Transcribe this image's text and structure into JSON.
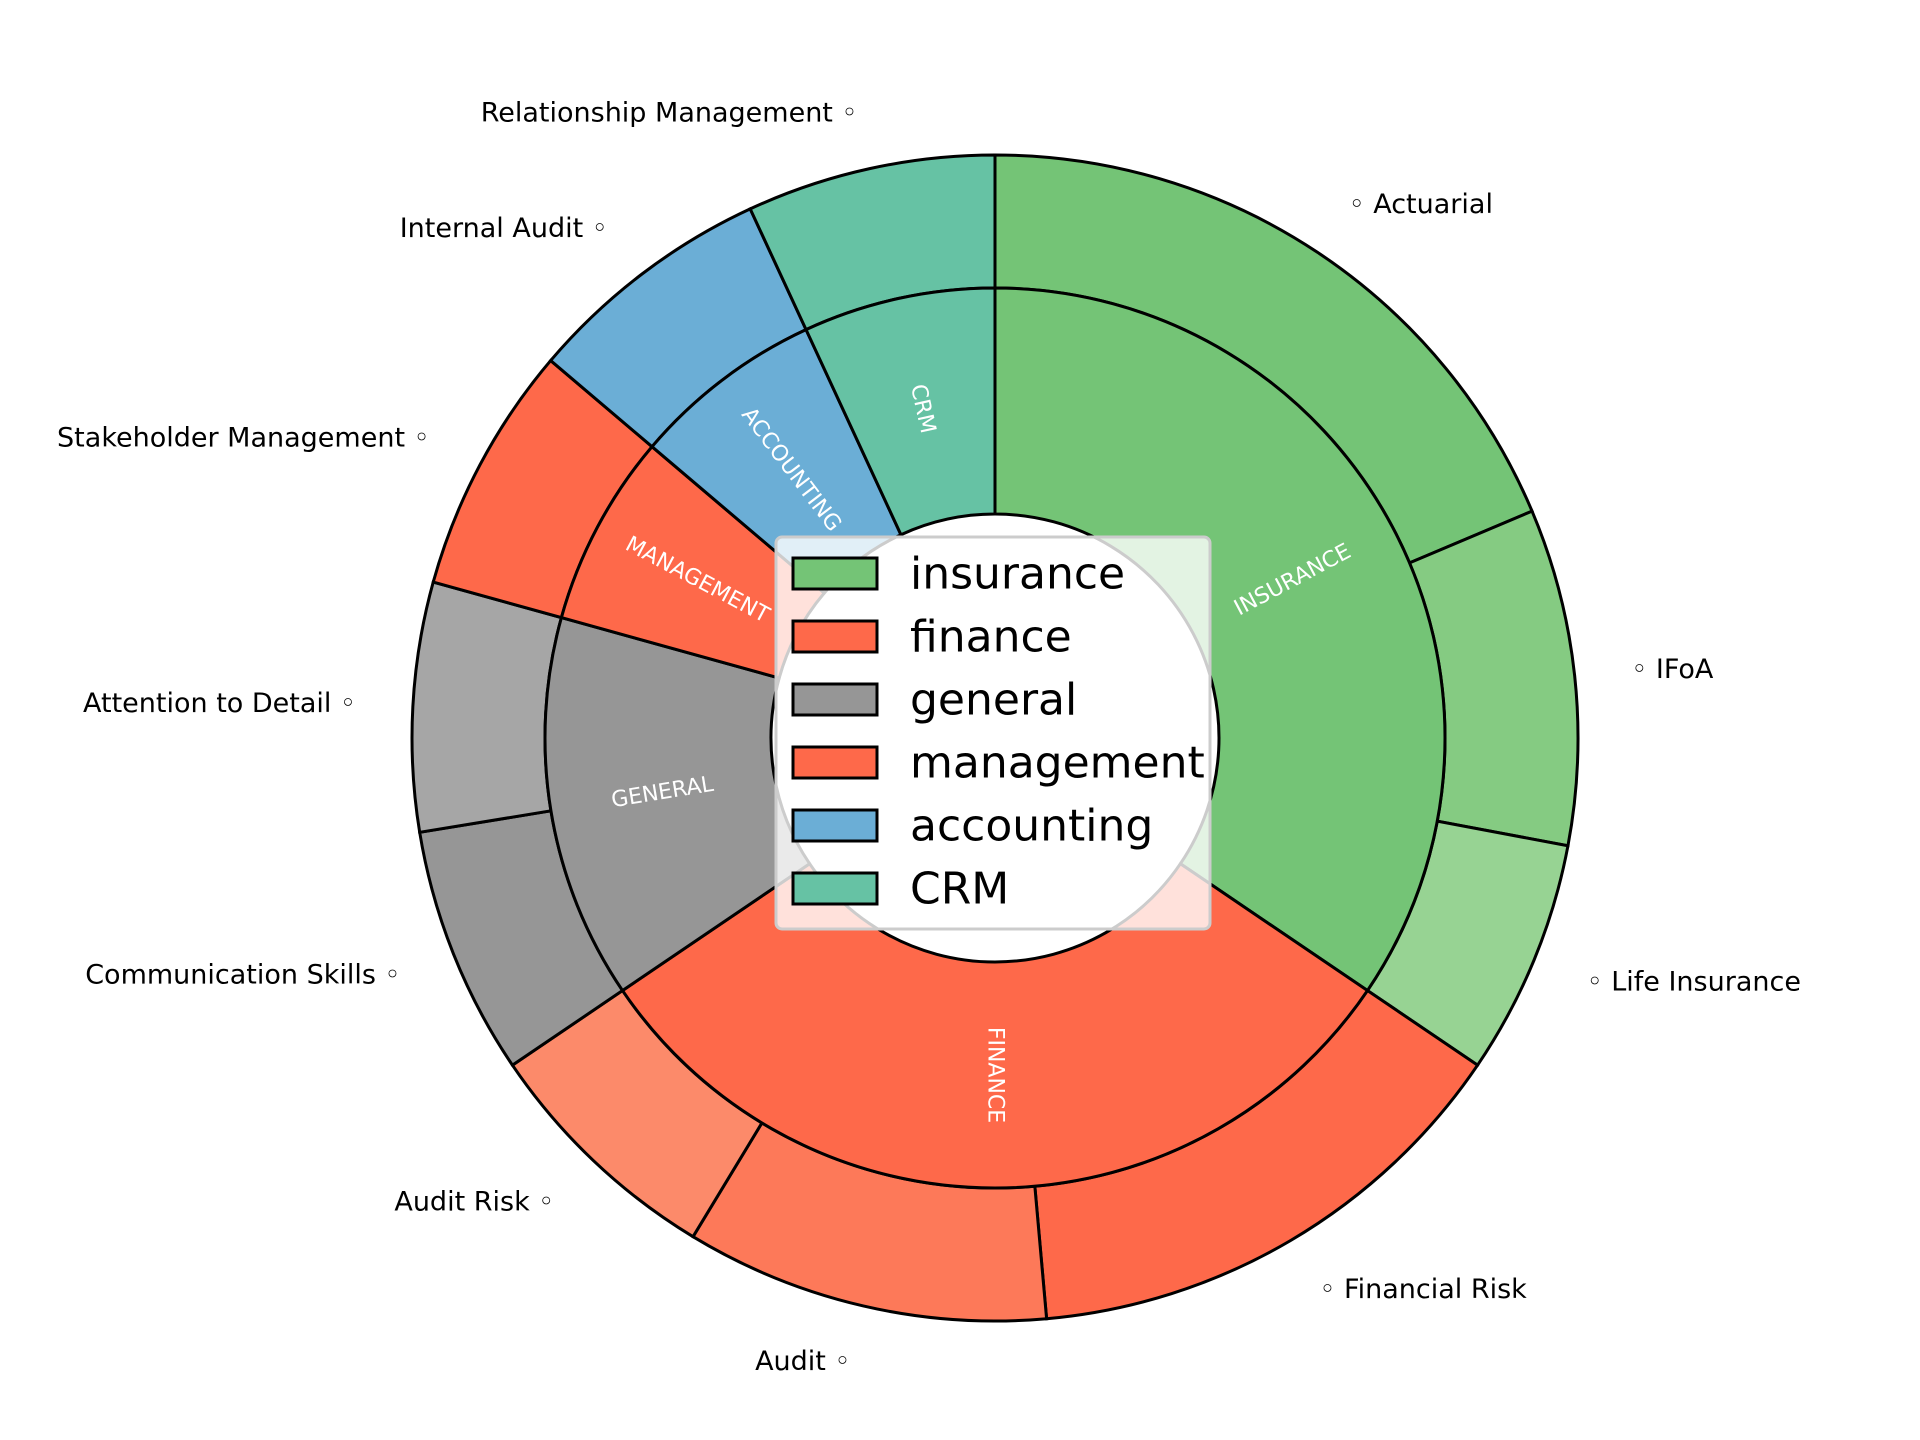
{
  "chart_data": {
    "type": "pie",
    "subtype": "nested-donut",
    "title": "",
    "categories": [
      {
        "name": "insurance",
        "label": "INSURANCE",
        "color": "#74c476",
        "value": 5,
        "children": [
          {
            "name": "Actuarial",
            "value": 2,
            "color": "#74c476"
          },
          {
            "name": "IFoA",
            "value": 1,
            "color": "#85cb82"
          },
          {
            "name": "Life Insurance",
            "value": 0.7,
            "color": "#97d393"
          }
        ]
      },
      {
        "name": "finance",
        "label": "FINANCE",
        "color": "#fe694a",
        "value": 4.5,
        "children": [
          {
            "name": "Financial Risk",
            "value": 1.75,
            "color": "#fe694a"
          },
          {
            "name": "Audit",
            "value": 1.25,
            "color": "#fd7959"
          },
          {
            "name": "Audit Risk",
            "value": 0.85,
            "color": "#fc8a6a"
          }
        ]
      },
      {
        "name": "general",
        "label": "GENERAL",
        "color": "#969696",
        "value": 2,
        "children": [
          {
            "name": "Communication Skills",
            "value": 1,
            "color": "#969696"
          },
          {
            "name": "Attention to Detail",
            "value": 1,
            "color": "#a6a6a6"
          }
        ]
      },
      {
        "name": "management",
        "label": "MANAGEMENT",
        "color": "#fe694a",
        "value": 1,
        "children": [
          {
            "name": "Stakeholder Management",
            "value": 1,
            "color": "#fe694a"
          }
        ]
      },
      {
        "name": "accounting",
        "label": "ACCOUNTING",
        "color": "#6baed6",
        "value": 1,
        "children": [
          {
            "name": "Internal Audit",
            "value": 1,
            "color": "#6baed6"
          }
        ]
      },
      {
        "name": "CRM",
        "label": "CRM",
        "color": "#66c2a4",
        "value": 1,
        "children": [
          {
            "name": "Relationship Management",
            "value": 1,
            "color": "#66c2a4"
          }
        ]
      }
    ],
    "start": "top",
    "direction": "clockwise",
    "legend": {
      "placement": "center",
      "entries": [
        "insurance",
        "finance",
        "general",
        "management",
        "accounting",
        "CRM"
      ]
    },
    "outer_label_marker": "◦"
  }
}
